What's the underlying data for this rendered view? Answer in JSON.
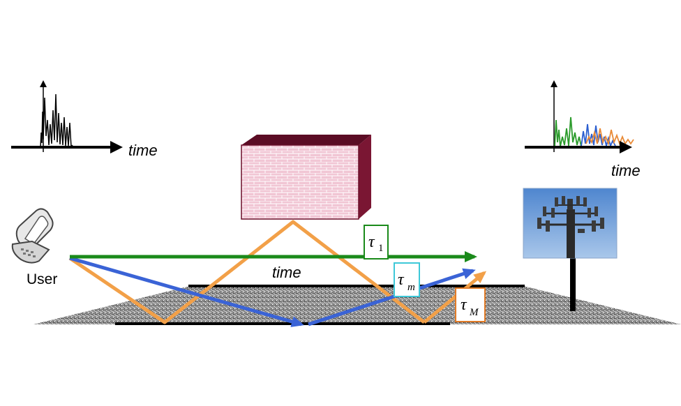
{
  "labels": {
    "time_left": "time",
    "time_right": "time",
    "time_center": "time",
    "user": "User"
  },
  "taus": {
    "tau1": {
      "symbol": "τ",
      "sub": "1"
    },
    "taum": {
      "symbol": "τ",
      "sub": "m"
    },
    "tauM": {
      "symbol": "τ",
      "sub": "M"
    }
  },
  "colors": {
    "direct": "#1a8a1a",
    "path_m": "#3a63d6",
    "path_M": "#f2a048",
    "wall_face": "#e9b8c9",
    "wall_side": "#6b0f2a",
    "ground": "#9a9a9a",
    "sky": "#6f9dd6"
  }
}
